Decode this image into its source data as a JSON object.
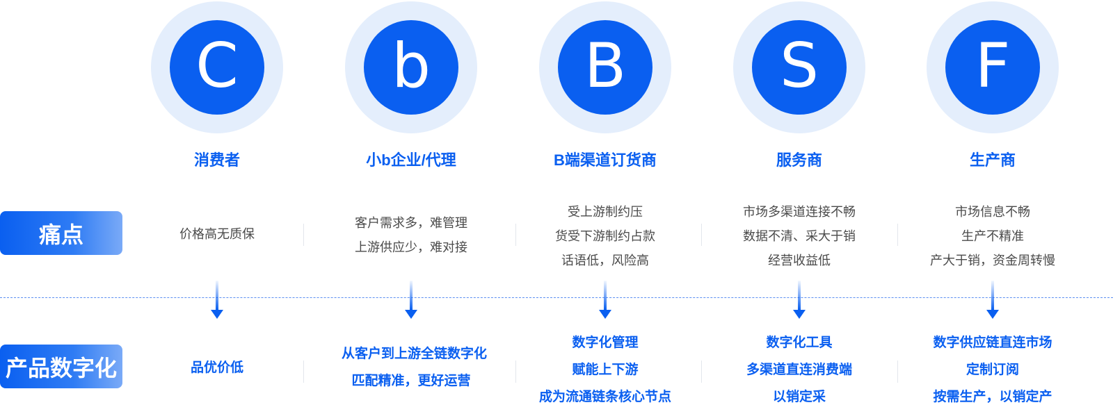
{
  "row_labels": {
    "pain": "痛点",
    "digital": "产品数字化"
  },
  "colors": {
    "primary": "#0a5ff0",
    "halo": "#e4eefc",
    "pain_text": "#4a4a4a"
  },
  "columns": [
    {
      "letter": "C",
      "name": "消费者",
      "pain": [
        "价格高无质保"
      ],
      "digital": [
        "品优价低"
      ]
    },
    {
      "letter": "b",
      "name": "小b企业/代理",
      "pain": [
        "客户需求多，难管理",
        "上游供应少，难对接"
      ],
      "digital": [
        "从客户到上游全链数字化",
        "匹配精准，更好运营"
      ]
    },
    {
      "letter": "B",
      "name": "B端渠道订货商",
      "pain": [
        "受上游制约压",
        "货受下游制约占款",
        "话语低，风险高"
      ],
      "digital": [
        "数字化管理",
        "赋能上下游",
        "成为流通链条核心节点"
      ]
    },
    {
      "letter": "S",
      "name": "服务商",
      "pain": [
        "市场多渠道连接不畅",
        "数据不清、采大于销",
        "经营收益低"
      ],
      "digital": [
        "数字化工具",
        "多渠道直连消费端",
        "以销定采"
      ]
    },
    {
      "letter": "F",
      "name": "生产商",
      "pain": [
        "市场信息不畅",
        "生产不精准",
        "产大于销，资金周转慢"
      ],
      "digital": [
        "数字供应链直连市场",
        "定制订阅",
        "按需生产，以销定产"
      ]
    }
  ]
}
